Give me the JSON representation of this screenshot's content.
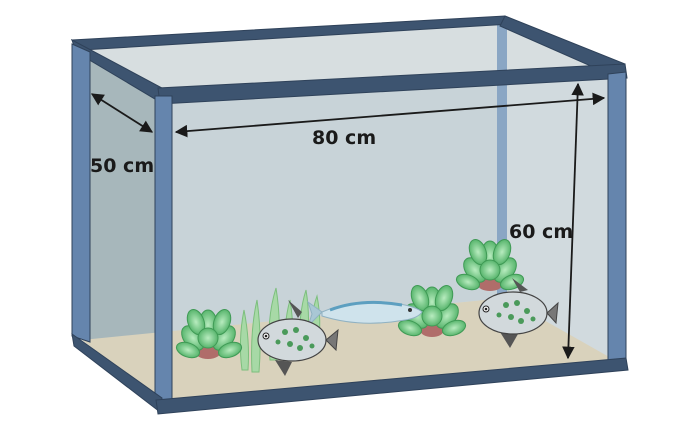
{
  "diagram": {
    "dimensions": {
      "length": "80 cm",
      "width": "50 cm",
      "height": "60 cm"
    },
    "colors": {
      "frame": "#3d5470",
      "frame_light": "#6585ad",
      "glass": "#c9d4d8",
      "glass_dark": "#a9b8bc",
      "sand": "#d9d2bc",
      "plant": "#7ec98c",
      "fish_body": "#cfd6da",
      "fish_spots": "#4a9a5a",
      "arrow": "#1a1a1a"
    },
    "contents": [
      "plant-icon",
      "fish-icon",
      "mackerel-icon",
      "seaweed-icon"
    ]
  }
}
